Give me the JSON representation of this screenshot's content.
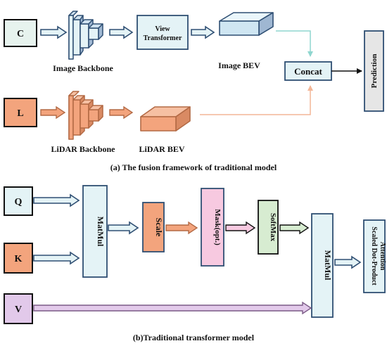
{
  "colors": {
    "camera_input": "#e7f3ee",
    "blue_block": "#e4f3f6",
    "blue_stroke": "#2f4f73",
    "lidar": "#f3a47d",
    "lidar_stroke": "#b36a45",
    "prediction_box": "#e6e6e6",
    "mask": "#f7c9e0",
    "softmax": "#d7ecd1",
    "v_input": "#e2c9ea",
    "camera_arrow": "#8fd6cf",
    "lidar_arrow": "#f3b697"
  },
  "top": {
    "camera_input": "C",
    "image_backbone": "Image Backbone",
    "view_transformer": [
      "View",
      "Transformer"
    ],
    "image_bev": "Image BEV",
    "concat": "Concat",
    "prediction": "Prediction",
    "lidar_input": "L",
    "lidar_backbone": "LiDAR Backbone",
    "lidar_bev": "LiDAR BEV",
    "caption": "(a) The fusion framework of traditional model"
  },
  "bottom": {
    "q": "Q",
    "k": "K",
    "v": "V",
    "matmul_1": "MatMul",
    "scale": "Scale",
    "mask": "Mask(opt.)",
    "softmax": "SoftMax",
    "matmul_2": "MatMul",
    "output": [
      "Scaled Dot-Product",
      "Attention"
    ],
    "caption": "(b)Traditional transformer model"
  }
}
